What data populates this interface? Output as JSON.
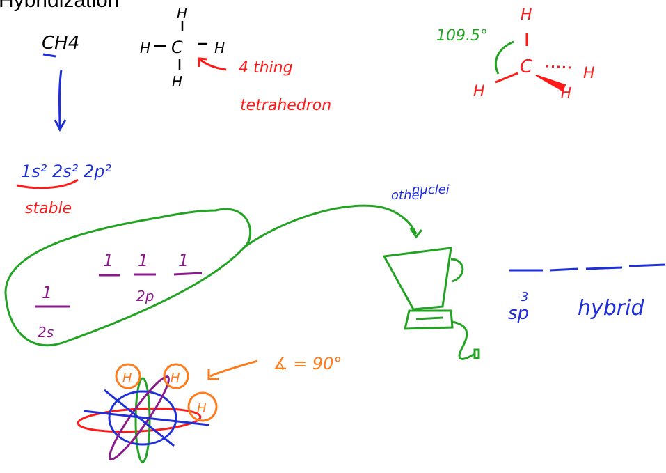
{
  "title": "Hybridization",
  "molecule": {
    "formula": "CH4",
    "lewis": {
      "top": "H",
      "left": "H",
      "center": "C",
      "right": "H",
      "bottom": "H"
    },
    "annotation_line1": "4 thing",
    "annotation_line2": "tetrahedron"
  },
  "geometry_3d": {
    "angle": "109.5°",
    "atoms": {
      "top": "H",
      "center": "C",
      "right": "H",
      "left": "H",
      "wedge": "H"
    }
  },
  "electron_config": {
    "config": "1s² 2s² 2p²",
    "note": "stable"
  },
  "orbitals": {
    "two_s_box": "1",
    "two_s_label": "2s",
    "two_p_boxes": [
      "1",
      "1",
      "1"
    ],
    "two_p_label": "2p"
  },
  "blender": {
    "label_line1": "other",
    "label_line2": "nuclei"
  },
  "hybrid": {
    "label_main": "sp",
    "label_sup": "3",
    "label_word": "hybrid"
  },
  "angle_note": {
    "text": "∡ = 90°"
  },
  "orbital_sketch": {
    "h_labels": [
      "H",
      "H",
      "H"
    ]
  },
  "colors": {
    "black": "#000000",
    "red": "#ff1a1a",
    "blue": "#1f2fd8",
    "green": "#23a323",
    "purple": "#8a1a8a",
    "orange": "#ff7a1a"
  }
}
